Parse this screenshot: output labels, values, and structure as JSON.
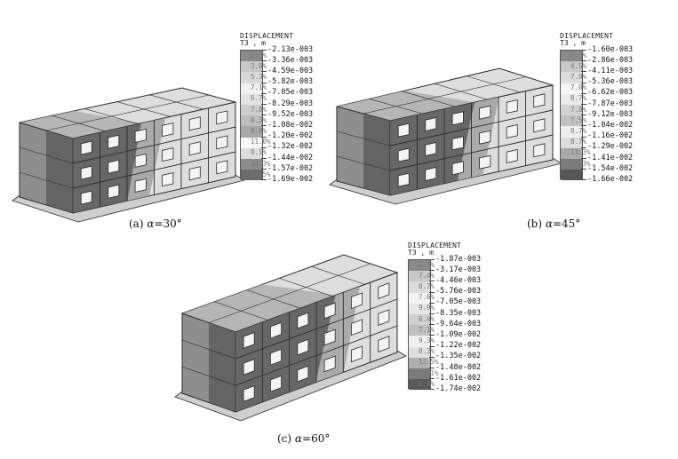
{
  "panels": [
    {
      "id": "a",
      "caption_prefix": "(a) ",
      "caption_symbol": "α",
      "caption_value": "=30°",
      "legend_title": "DISPLACEMENT",
      "legend_units": "T3 , m",
      "legend_values": [
        "-2.13e-003",
        "-3.36e-003",
        "-4.59e-003",
        "-5.82e-003",
        "-7.05e-003",
        "-8.29e-003",
        "-9.52e-003",
        "-1.08e-002",
        "-1.20e-002",
        "-1.32e-002",
        "-1.44e-002",
        "-1.57e-002",
        "-1.69e-002"
      ],
      "legend_percents": [
        "2.3%",
        "3.9%",
        "5.3%",
        "7.1%",
        "6.7%",
        "7.8%",
        "8.3%",
        "9.8%",
        "11.0%",
        "9.1%",
        "14.3%",
        "14.5%"
      ],
      "legend_colors": [
        "#8a8a8a",
        "#c8c8c8",
        "#dadada",
        "#f2f2f2",
        "#e4e4e4",
        "#cdcdcd",
        "#bdbdbd",
        "#a8a8a8",
        "#f7f7f7",
        "#dcdcdc",
        "#8c8c8c",
        "#6a6a6a"
      ]
    },
    {
      "id": "b",
      "caption_prefix": "(b) ",
      "caption_symbol": "α",
      "caption_value": "=45°",
      "legend_title": "DISPLACEMENT",
      "legend_units": "T3 , m",
      "legend_values": [
        "-1.60e-003",
        "-2.86e-003",
        "-4.11e-003",
        "-5.36e-003",
        "-6.62e-003",
        "-7.87e-003",
        "-9.12e-003",
        "-1.04e-002",
        "-1.16e-002",
        "-1.29e-002",
        "-1.41e-002",
        "-1.54e-002",
        "-1.66e-002"
      ],
      "legend_percents": [
        "2.3%",
        "4.5%",
        "7.0%",
        "7.0%",
        "8.7%",
        "7.8%",
        "7.5%",
        "8.7%",
        "8.7%",
        "11.3%",
        "17.3%",
        ""
      ],
      "legend_colors": [
        "#8a8a8a",
        "#c8c8c8",
        "#dedede",
        "#f5f5f5",
        "#ebebeb",
        "#d2d2d2",
        "#c2c2c2",
        "#efefef",
        "#dddddd",
        "#a9a9a9",
        "#7b7b7b",
        "#575757"
      ]
    },
    {
      "id": "c",
      "caption_prefix": "(c) ",
      "caption_symbol": "α",
      "caption_value": "=60°",
      "legend_title": "DISPLACEMENT",
      "legend_units": "T3 , m",
      "legend_values": [
        "-1.87e-003",
        "-3.17e-003",
        "-4.46e-003",
        "-5.76e-003",
        "-7.05e-003",
        "-8.35e-003",
        "-9.64e-003",
        "-1.09e-002",
        "-1.22e-002",
        "-1.35e-002",
        "-1.48e-002",
        "-1.61e-002",
        "-1.74e-002"
      ],
      "legend_percents": [
        "2.7%",
        "7.4%",
        "8.7%",
        "7.6%",
        "9.9%",
        "6.4%",
        "7.1%",
        "9.3%",
        "8.2%",
        "12.5%",
        "15.1%",
        "6.4%"
      ],
      "legend_colors": [
        "#8a8a8a",
        "#c8c8c8",
        "#dcdcdc",
        "#f3f3f3",
        "#e6e6e6",
        "#d0d0d0",
        "#c0c0c0",
        "#f0f0f0",
        "#e0e0e0",
        "#b0b0b0",
        "#7a7a7a",
        "#595959"
      ]
    }
  ],
  "colors": {
    "frame": "#2b2b2b",
    "dark_face": "#5a5a5a",
    "mid_face": "#9c9c9c",
    "light_face": "#dedede"
  }
}
